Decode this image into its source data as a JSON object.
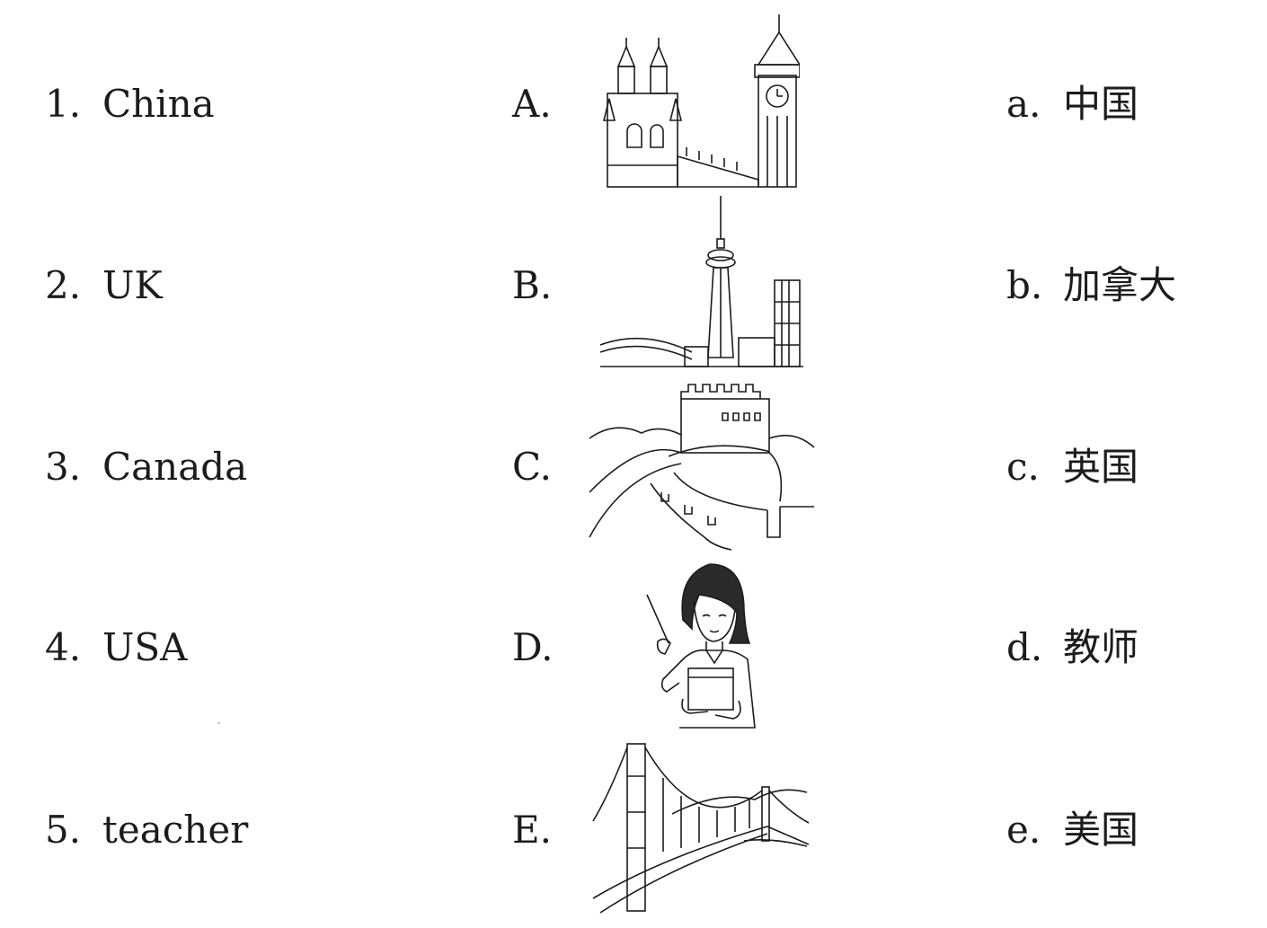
{
  "rows": [
    {
      "num": "1.",
      "word": "China",
      "pic_label": "A.",
      "cn_letter": "a.",
      "cn_text": "中国",
      "pic_icon": "big-ben-icon"
    },
    {
      "num": "2.",
      "word": "UK",
      "pic_label": "B.",
      "cn_letter": "b.",
      "cn_text": "加拿大",
      "pic_icon": "cn-tower-icon"
    },
    {
      "num": "3.",
      "word": "Canada",
      "pic_label": "C.",
      "cn_letter": "c.",
      "cn_text": "英国",
      "pic_icon": "great-wall-icon"
    },
    {
      "num": "4.",
      "word": "USA",
      "pic_label": "D.",
      "cn_letter": "d.",
      "cn_text": "教师",
      "pic_icon": "teacher-icon"
    },
    {
      "num": "5.",
      "word": "teacher",
      "pic_label": "E.",
      "cn_letter": "e.",
      "cn_text": "美国",
      "pic_icon": "golden-gate-bridge-icon"
    }
  ],
  "colors": {
    "ink": "#1c1c1c",
    "accent": "#37a6e0"
  }
}
